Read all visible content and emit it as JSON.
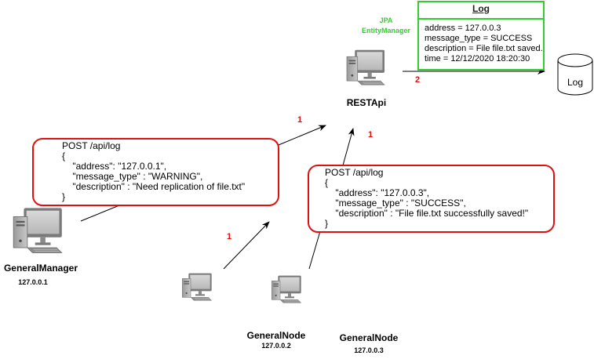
{
  "colors": {
    "accent_red": "#e01010",
    "accent_green": "#33cc33",
    "line": "#000000"
  },
  "nodes": {
    "manager": {
      "name": "GeneralManager",
      "ip": "127.0.0.1",
      "icon": "computer-icon"
    },
    "node2": {
      "name": "GeneralNode",
      "ip": "127.0.0.2",
      "icon": "computer-icon"
    },
    "node3": {
      "name": "GeneralNode",
      "ip": "127.0.0.3",
      "icon": "computer-icon"
    },
    "api": {
      "name": "RESTApi",
      "icon": "computer-icon"
    }
  },
  "orm": {
    "line1": "JPA",
    "line2": "EntityManager"
  },
  "log_entity": {
    "title": "Log",
    "fields": [
      "address = 127.0.0.3",
      "message_type = SUCCESS",
      "description = File file.txt saved.",
      "time = 12/12/2020 18:20:30"
    ]
  },
  "database": {
    "label": "Log",
    "icon": "database-icon"
  },
  "requests": {
    "warning": {
      "lines": [
        "POST /api/log",
        "{",
        "    \"address\": \"127.0.0.1\",",
        "    \"message_type\" : \"WARNING\",",
        "    \"description\" : \"Need replication of file.txt\"",
        "}"
      ]
    },
    "success": {
      "lines": [
        "POST /api/log",
        "{",
        "    \"address\": \"127.0.0.3\",",
        "    \"message_type\" : \"SUCCESS\",",
        "    \"description\" : \"File file.txt successfully saved!\"",
        "}"
      ]
    }
  },
  "steps": {
    "manager_to_api": "1",
    "node3_to_api": "1",
    "node2_to_api": "1",
    "api_to_db": "2"
  }
}
